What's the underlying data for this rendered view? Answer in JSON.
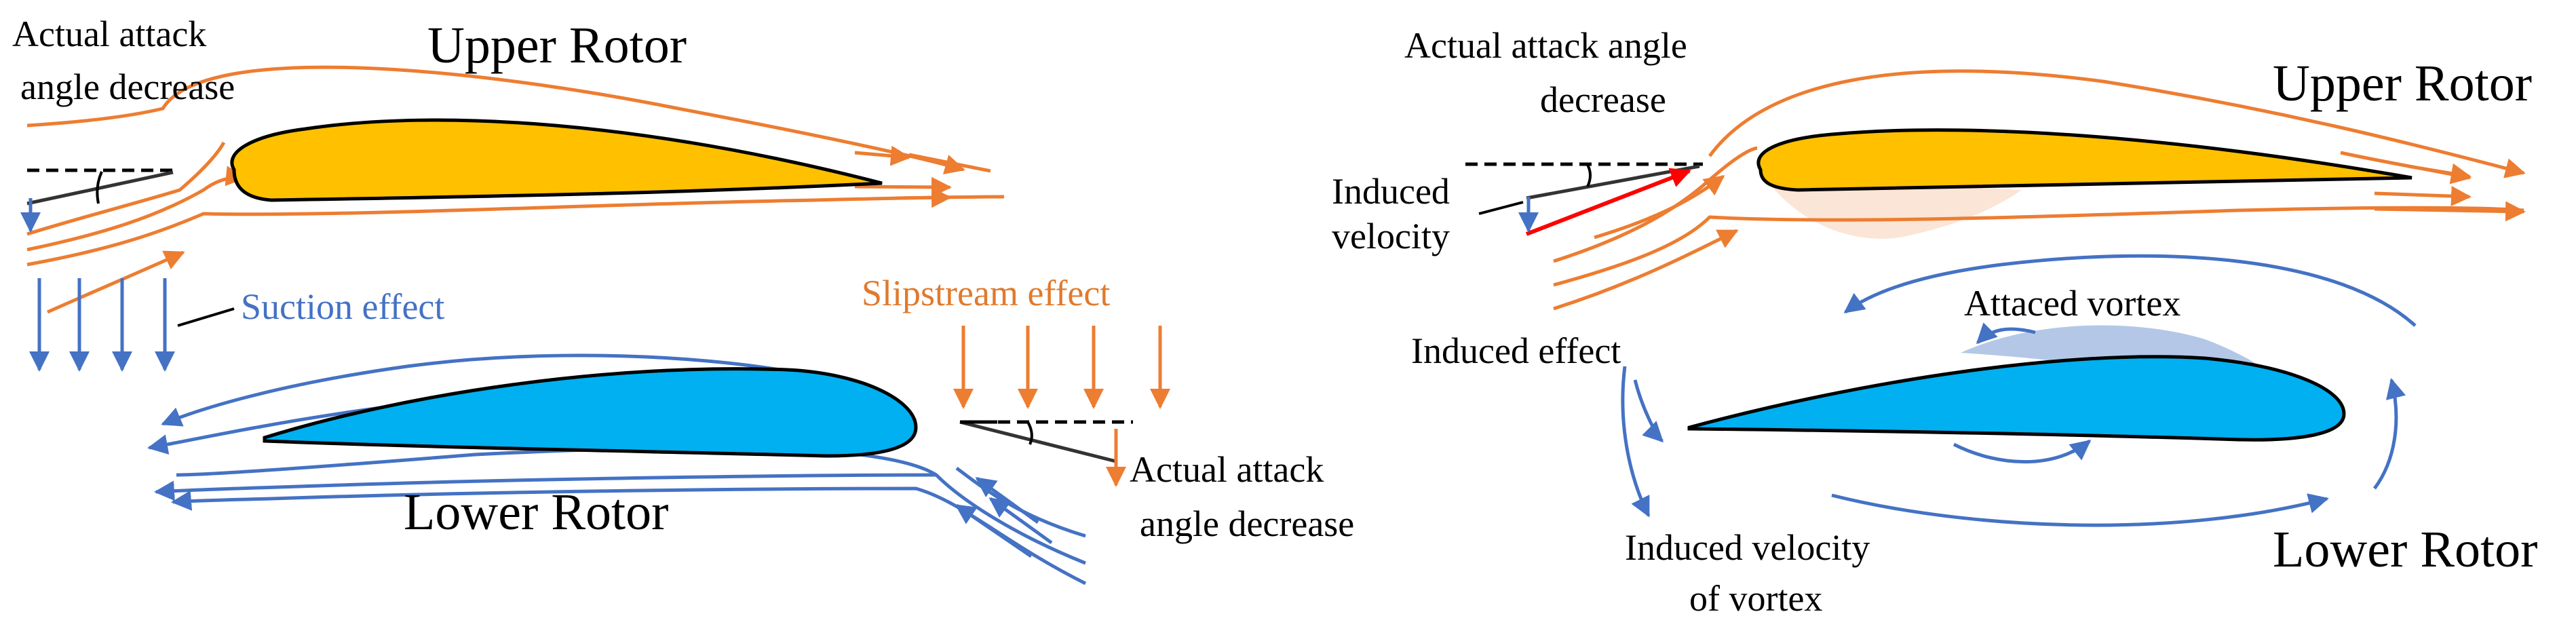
{
  "colors": {
    "upper_airfoil_fill": "#ffc000",
    "lower_airfoil_fill": "#00b0f0",
    "upper_flow": "#ed7d31",
    "lower_flow": "#4472c4",
    "suction_text": "#4472c4",
    "slipstream_text": "#e07a2c",
    "induced_velocity_arrow": "#ff0000",
    "vortex_shade": "#b4c7e7",
    "upper_shade": "#fbe5d6"
  },
  "left_panel": {
    "upper_rotor_title": "Upper Rotor",
    "lower_rotor_title": "Lower Rotor",
    "attack_angle_top_line1": "Actual attack",
    "attack_angle_top_line2": "angle decrease",
    "suction_effect": "Suction effect",
    "slipstream_effect": "Slipstream effect",
    "attack_angle_bottom_line1": "Actual attack",
    "attack_angle_bottom_line2": "angle decrease"
  },
  "right_panel": {
    "upper_rotor_title": "Upper Rotor",
    "lower_rotor_title": "Lower Rotor",
    "attack_angle_line1": "Actual attack angle",
    "attack_angle_line2": "decrease",
    "induced_velocity_line1": "Induced",
    "induced_velocity_line2": "velocity",
    "attached_vortex": "Attaced vortex",
    "induced_effect": "Induced effect",
    "vortex_velocity_line1": "Induced velocity",
    "vortex_velocity_line2": "of vortex"
  },
  "icons": {
    "upper_airfoil": "upper-airfoil-icon",
    "lower_airfoil": "lower-airfoil-icon"
  }
}
